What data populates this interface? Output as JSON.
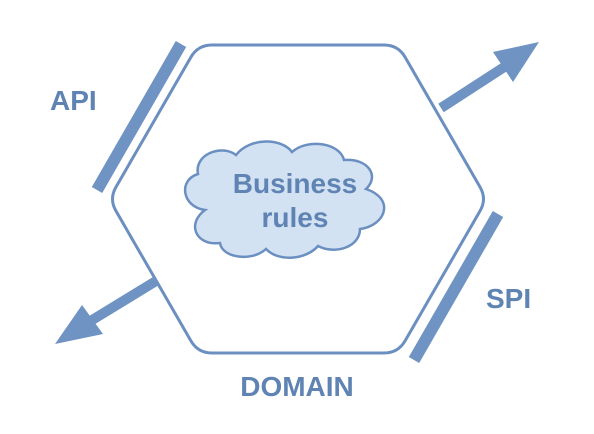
{
  "diagram": {
    "labels": {
      "api": "API",
      "spi": "SPI",
      "domain": "DOMAIN",
      "business_line1": "Business",
      "business_line2": "rules"
    },
    "colors": {
      "stroke": "#6b8fc0",
      "bar": "#6f93c2",
      "text": "#5f84b4",
      "cloud_fill": "#d2e2f3",
      "background": "#ffffff"
    }
  }
}
